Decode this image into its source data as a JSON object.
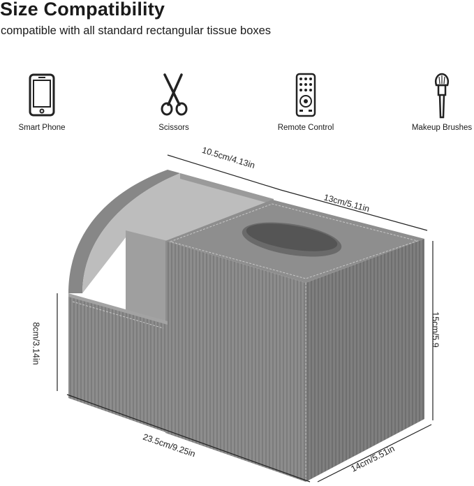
{
  "header": {
    "title": "Size Compatibility",
    "subtitle": "compatible with all standard rectangular tissue boxes"
  },
  "features": [
    {
      "label": "Smart Phone",
      "icon": "smartphone-icon"
    },
    {
      "label": "Scissors",
      "icon": "scissors-icon"
    },
    {
      "label": "Remote Control",
      "icon": "remote-control-icon"
    },
    {
      "label": "Makeup Brushes",
      "icon": "makeup-brush-icon"
    }
  ],
  "dimensions": {
    "compartment_depth": "10.5cm/4.13in",
    "tissue_width": "13cm/5.11in",
    "height": "15cm/5.9",
    "low_height": "8cm/3.14in",
    "length": "23.5cm/9.25in",
    "depth": "14cm/5.51in"
  },
  "colors": {
    "box_front": "#8a8a8a",
    "box_side": "#777777",
    "box_top": "#8f8f8f",
    "interior": "#bdbdbd"
  }
}
